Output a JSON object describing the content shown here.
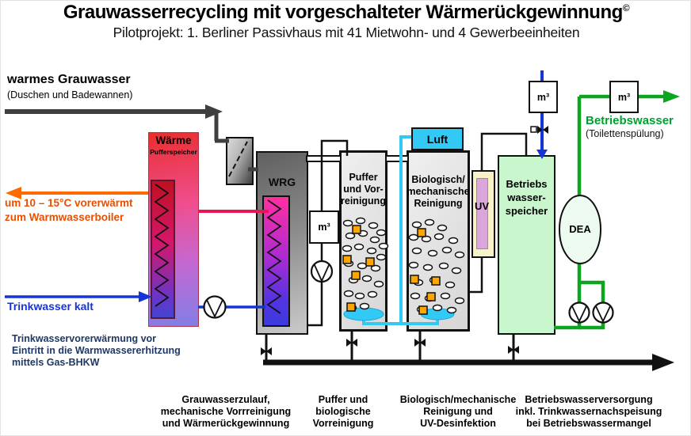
{
  "header": {
    "title": "Grauwasserrecycling mit vorgeschalteter Wärmerückgewinnung",
    "title_mark": "©",
    "subtitle": "Pilotprojekt: 1. Berliner Passivhaus mit 41 Mietwohn- und 4 Gewerbeeinheiten"
  },
  "inlet": {
    "label": "warmes Grauwasser",
    "sublabel": "(Duschen und Badewannen)"
  },
  "heat_store": {
    "title": "Wärme",
    "subtitle": "Pufferspeicher"
  },
  "preheat_out": {
    "line1": "um 10 – 15°C vorerwärmt",
    "line2": "zum Warmwasserboiler"
  },
  "cold_water": {
    "label": "Trinkwasser kalt"
  },
  "note": {
    "line1": "Trinkwasservorerwärmung vor",
    "line2": "Eintritt in die Warmwassererhitzung",
    "line3": "mittels Gas-BHKW"
  },
  "wrg": {
    "label": "WRG"
  },
  "meter_label": "m³",
  "buffer_tank": {
    "line1": "Puffer",
    "line2": "und Vor-",
    "line3": "reinigung"
  },
  "air": {
    "label": "Luft"
  },
  "bio_tank": {
    "line1": "Biologisch/",
    "line2": "mechanische",
    "line3": "Reinigung"
  },
  "uv": {
    "label": "UV"
  },
  "service_tank": {
    "line1": "Betriebs",
    "line2": "wasser-",
    "line3": "speicher"
  },
  "dea": {
    "label": "DEA"
  },
  "outlet": {
    "label": "Betriebswasser",
    "sublabel": "(Toilettenspülung)"
  },
  "captions": {
    "c1": {
      "l1": "Grauwasserzulauf,",
      "l2": "mechanische Vorrreinigung",
      "l3": "und Wärmerückgewinnung"
    },
    "c2": {
      "l1": "Puffer und",
      "l2": "biologische",
      "l3": "Vorreinigung"
    },
    "c3": {
      "l1": "Biologisch/mechanische",
      "l2": "Reinigung und",
      "l3": "UV-Desinfektion"
    },
    "c4": {
      "l1": "Betriebswasserversorgung",
      "l2": "inkl. Trinkwassernachspeisung",
      "l3": "bei Betriebswassermangel"
    }
  },
  "colors": {
    "greywater_pipe": "#3F3F3F",
    "preheated_arrow": "#FF6A00",
    "preheated_text": "#E85000",
    "heat_return": "#ED1455",
    "cold_water": "#1535D6",
    "note_text": "#1F3864",
    "air": "#33C9F5",
    "service_water": "#0DA520",
    "service_water_text": "#00A030",
    "service_tank_fill": "#C9F6CD",
    "uv_inner": "#D9A7DB",
    "uv_frame": "#F7F2C8",
    "sludge_square": "#FFA500"
  }
}
